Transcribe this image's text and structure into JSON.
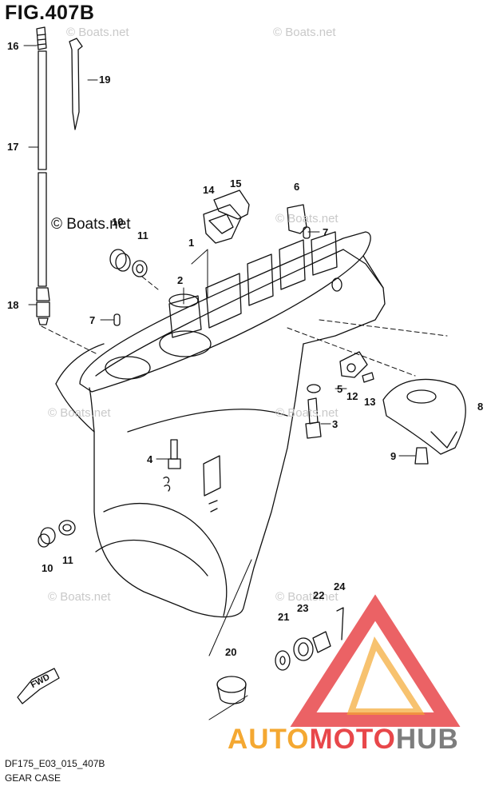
{
  "title": "FIG.407B",
  "model_code": "DF175_E03_015_407B",
  "caption": "GEAR CASE",
  "copyright": "© Boats.net",
  "watermark": "© Boats.net",
  "fwd_label": "FWD",
  "brand": {
    "part1": "AUTO",
    "part2": "MOTO",
    "part3": "HUB"
  },
  "callouts": [
    "16",
    "19",
    "17",
    "14",
    "15",
    "6",
    "10",
    "11",
    "1",
    "7",
    "2",
    "18",
    "7",
    "5",
    "12",
    "13",
    "8",
    "3",
    "4",
    "9",
    "10",
    "11",
    "22",
    "24",
    "21",
    "23",
    "20"
  ],
  "colors": {
    "ink": "#111111",
    "brand_orange": "#f4a832",
    "brand_red": "#e8474a",
    "brand_gray": "#7d7d7d",
    "watermark": "#c9c9c9"
  }
}
